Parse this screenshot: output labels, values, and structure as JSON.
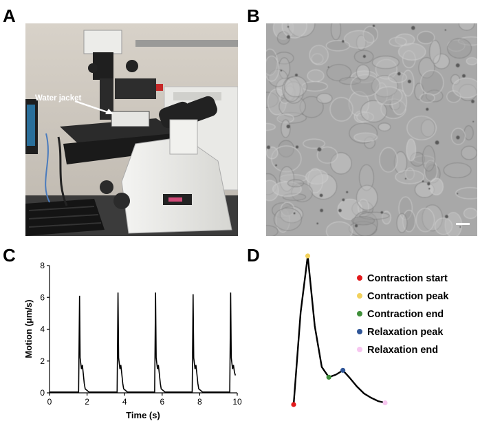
{
  "panels": {
    "a": {
      "label": "A",
      "annotation": "Water jacket"
    },
    "b": {
      "label": "B"
    },
    "c": {
      "label": "C"
    },
    "d": {
      "label": "D"
    }
  },
  "chart_data": [
    {
      "type": "line",
      "panel": "C",
      "xlabel": "Time (s)",
      "ylabel": "Motion (μm/s)",
      "xlim": [
        0,
        10
      ],
      "ylim": [
        0,
        8
      ],
      "xticks": [
        0,
        2,
        4,
        6,
        8,
        10
      ],
      "yticks": [
        0,
        2,
        4,
        6,
        8
      ],
      "grid": false,
      "x": [
        0,
        0.3,
        1.55,
        1.6,
        1.63,
        1.7,
        1.75,
        1.8,
        1.85,
        1.9,
        2.1,
        3.6,
        3.65,
        3.68,
        3.75,
        3.8,
        3.85,
        3.9,
        3.95,
        4.15,
        5.6,
        5.65,
        5.68,
        5.75,
        5.8,
        5.85,
        5.9,
        5.95,
        6.15,
        7.6,
        7.65,
        7.68,
        7.75,
        7.8,
        7.85,
        7.9,
        7.95,
        8.15,
        9.6,
        9.65,
        9.68,
        9.75,
        9.8,
        9.85,
        9.9,
        10.0
      ],
      "y": [
        0.05,
        0.05,
        0.05,
        6.1,
        2.2,
        1.5,
        1.75,
        1.2,
        0.6,
        0.25,
        0.05,
        0.05,
        6.3,
        2.2,
        1.5,
        1.75,
        1.2,
        0.6,
        0.25,
        0.05,
        0.05,
        6.3,
        2.2,
        1.5,
        1.75,
        1.2,
        0.6,
        0.25,
        0.05,
        0.05,
        6.2,
        2.2,
        1.5,
        1.75,
        1.2,
        0.6,
        0.25,
        0.05,
        0.05,
        6.3,
        2.2,
        1.5,
        1.75,
        1.3,
        1.1
      ]
    },
    {
      "type": "line",
      "panel": "D",
      "legend_position": "right",
      "markers": [
        {
          "name": "Contraction start",
          "color": "#e31a1c",
          "point": 0
        },
        {
          "name": "Contraction peak",
          "color": "#f2d15c",
          "point": 2
        },
        {
          "name": "Contraction end",
          "color": "#3f8f3a",
          "point": 5
        },
        {
          "name": "Relaxation peak",
          "color": "#2f5597",
          "point": 7
        },
        {
          "name": "Relaxation end",
          "color": "#f7c6f0",
          "point": 13
        }
      ],
      "x": [
        0,
        1,
        2,
        3,
        4,
        5,
        6,
        7,
        8,
        9,
        10,
        11,
        12,
        13
      ],
      "y": [
        0,
        5.4,
        8.7,
        4.6,
        2.2,
        1.6,
        1.75,
        2.0,
        1.55,
        1.05,
        0.65,
        0.4,
        0.2,
        0.1
      ]
    }
  ]
}
